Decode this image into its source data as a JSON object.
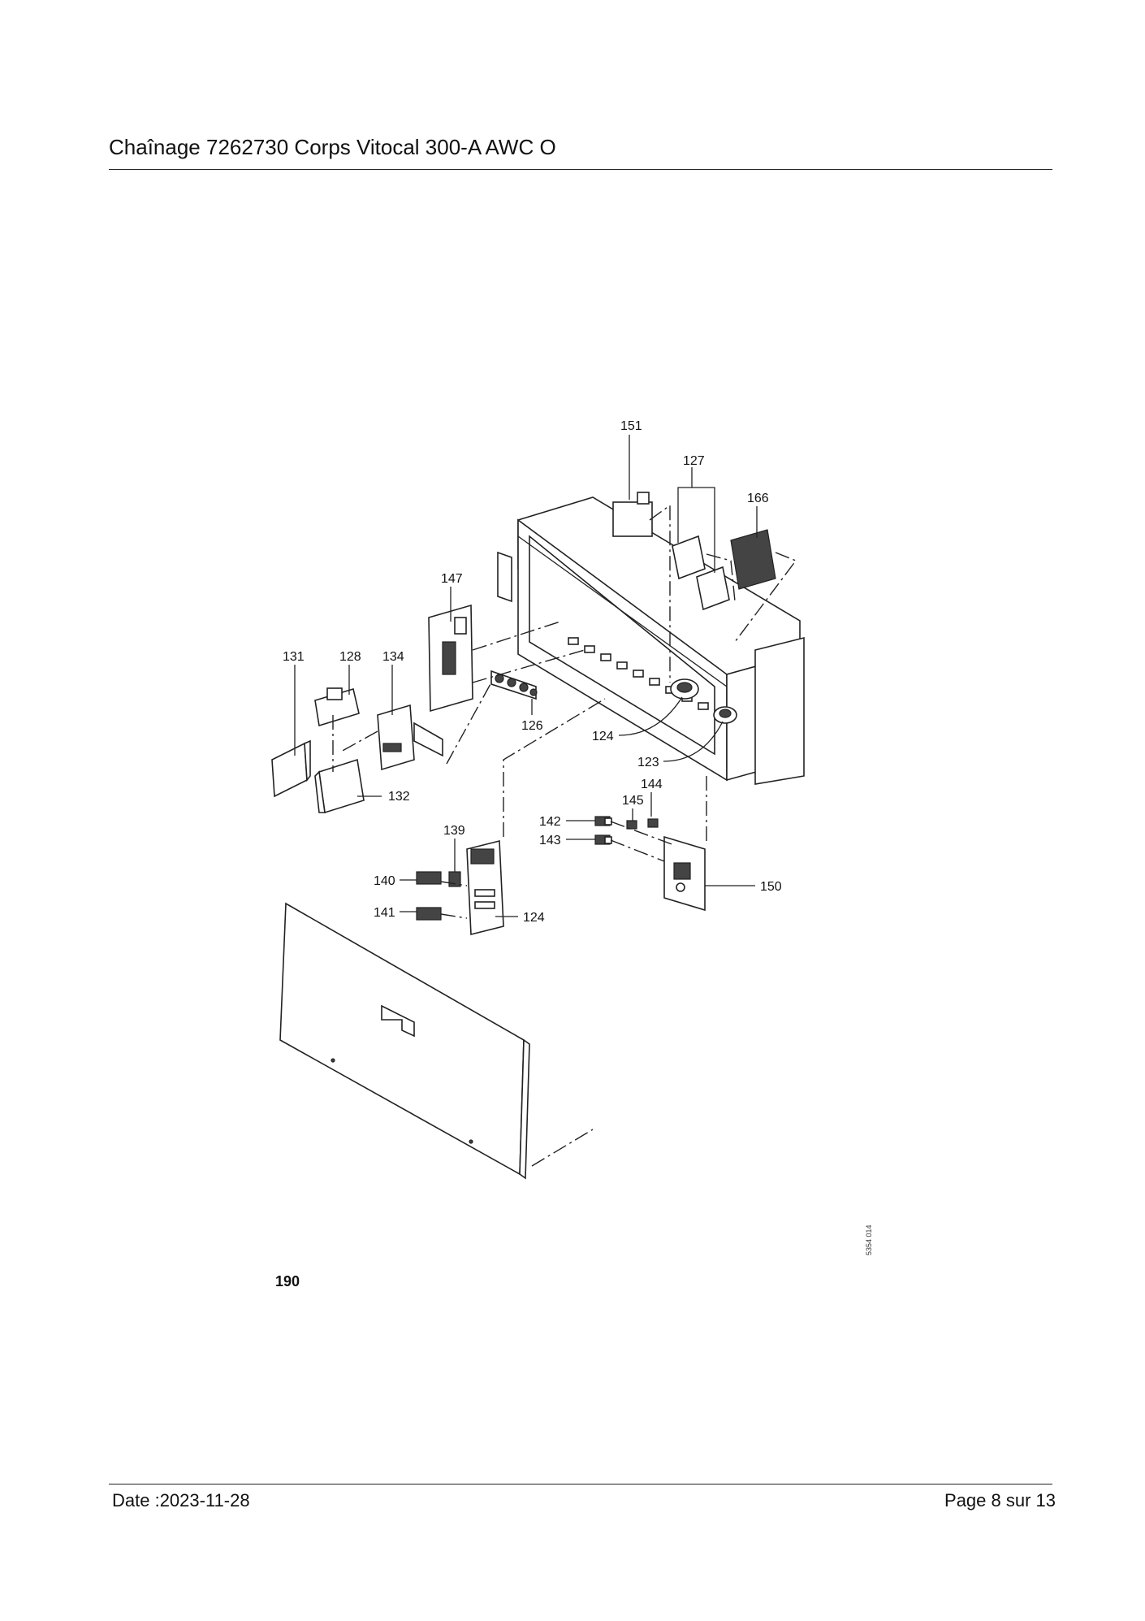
{
  "header": {
    "title": "Chaînage 7262730 Corps Vitocal 300-A AWC O"
  },
  "footer": {
    "date": "Date :2023-11-28",
    "page": "Page 8 sur  13"
  },
  "diagram": {
    "callouts": {
      "p151": "151",
      "p127": "127",
      "p166": "166",
      "p147": "147",
      "p131": "131",
      "p128": "128",
      "p134": "134",
      "p126": "126",
      "p124a": "124",
      "p123": "123",
      "p132": "132",
      "p144": "144",
      "p145": "145",
      "p142": "142",
      "p143": "143",
      "p139": "139",
      "p140": "140",
      "p141": "141",
      "p124b": "124",
      "p150": "150"
    },
    "panel_label": "190",
    "drawing_number": "5354 014"
  }
}
